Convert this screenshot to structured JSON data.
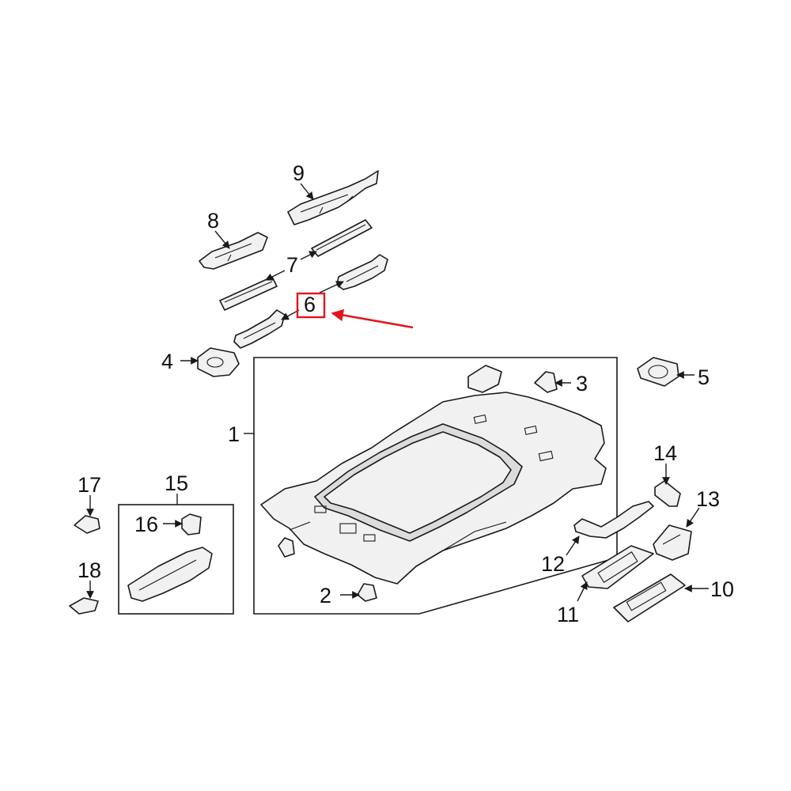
{
  "callouts": {
    "c1": "1",
    "c2": "2",
    "c3": "3",
    "c4": "4",
    "c5": "5",
    "c6": "6",
    "c7": "7",
    "c8": "8",
    "c9": "9",
    "c10": "10",
    "c11": "11",
    "c12": "12",
    "c13": "13",
    "c14": "14",
    "c15": "15",
    "c16": "16",
    "c17": "17",
    "c18": "18"
  },
  "highlight": {
    "target": "6",
    "color": "#e3151c"
  }
}
